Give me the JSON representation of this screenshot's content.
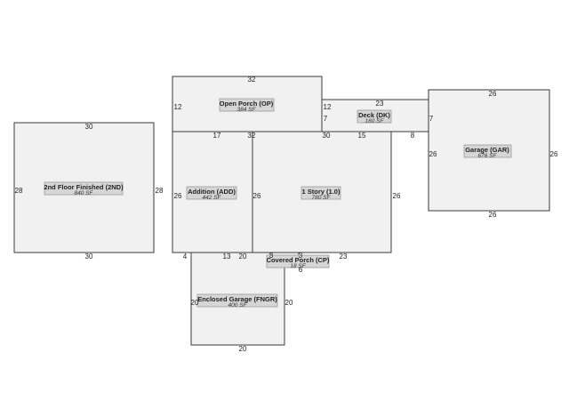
{
  "areas": [
    {
      "id": "second-floor",
      "name": "2nd Floor Finished (2ND)",
      "sf": "840 SF"
    },
    {
      "id": "open-porch",
      "name": "Open Porch (OP)",
      "sf": "384 SF"
    },
    {
      "id": "deck",
      "name": "Deck (DK)",
      "sf": "160 SF"
    },
    {
      "id": "garage",
      "name": "Garage (GAR)",
      "sf": "676 SF"
    },
    {
      "id": "addition",
      "name": "Addition (ADD)",
      "sf": "442 SF"
    },
    {
      "id": "one-story",
      "name": "1 Story (1.0)",
      "sf": "780 SF"
    },
    {
      "id": "covered-porch",
      "name": "Covered Porch (CP)",
      "sf": "18 SF"
    },
    {
      "id": "enclosed-garage",
      "name": "Enclosed Garage (FNGR)",
      "sf": "400 SF"
    }
  ],
  "dimensions": {
    "second_floor_top": "30",
    "second_floor_bottom": "30",
    "second_floor_left": "28",
    "second_floor_right": "28",
    "open_porch_top": "32",
    "open_porch_left": "12",
    "open_porch_right": "12",
    "deck_top": "23",
    "deck_left": "7",
    "deck_right": "7",
    "garage_top": "26",
    "garage_bottom": "26",
    "garage_left": "26",
    "garage_right": "26",
    "addition_top": "17",
    "addition_left": "26",
    "addition_right": "26",
    "addition_bottom_left": "4",
    "addition_bottom_right": "13",
    "one_story_top_a": "32",
    "one_story_top_b": "30",
    "one_story_top_c": "15",
    "one_story_top_d": "8",
    "one_story_right": "26",
    "one_story_bottom": "23",
    "one_story_bottom_left": "20",
    "covered_porch_small_a": "3",
    "covered_porch_small_b": "3",
    "covered_porch_bottom": "6",
    "enclosed_garage_left": "20",
    "enclosed_garage_right": "20",
    "enclosed_garage_bottom": "20"
  }
}
